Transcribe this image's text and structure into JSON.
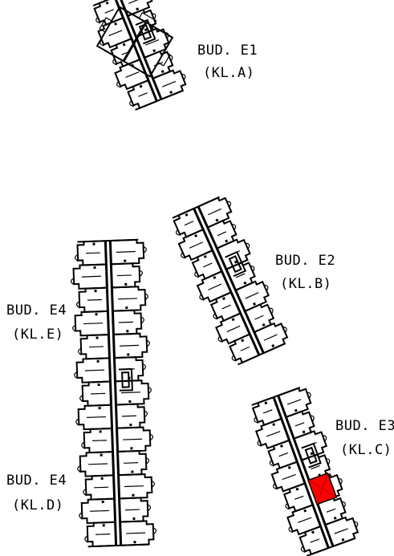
{
  "buildings": [
    {
      "id": "E1",
      "name": "BUD. E1",
      "section": "(KL.A)",
      "highlighted": false
    },
    {
      "id": "E2",
      "name": "BUD. E2",
      "section": "(KL.B)",
      "highlighted": false
    },
    {
      "id": "E3",
      "name": "BUD. E3",
      "section": "(KL.C)",
      "highlighted": true
    },
    {
      "id": "E4E",
      "name": "BUD. E4",
      "section": "(KL.E)",
      "highlighted": false
    },
    {
      "id": "E4D",
      "name": "BUD. E4",
      "section": "(KL.D)",
      "highlighted": false
    }
  ],
  "colors": {
    "line": "#000000",
    "highlight": "#ff0000",
    "background": "#ffffff"
  }
}
